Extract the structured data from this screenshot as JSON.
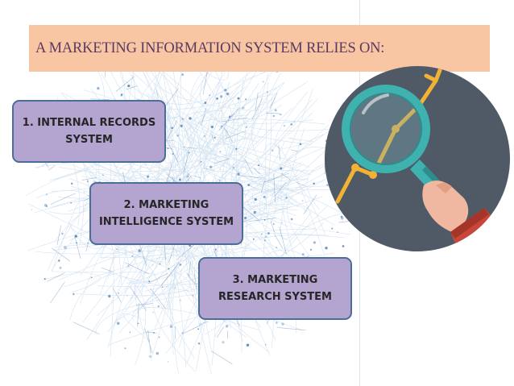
{
  "slide": {
    "title": "A MARKETING INFORMATION SYSTEM RELIES ON:",
    "items": [
      {
        "label": "1. INTERNAL RECORDS\nSYSTEM"
      },
      {
        "label": "2. MARKETING\nINTELLIGENCE SYSTEM"
      },
      {
        "label": "3. MARKETING\nRESEARCH SYSTEM"
      }
    ]
  },
  "colors": {
    "title_bar": "#f8c6a2",
    "title_text": "#5b3a63",
    "item_fill": "#b4a4d0",
    "item_border": "#4a6d9a",
    "network": "#3a7fbf",
    "illustration_bg": "#4f5a66",
    "trend_line": "#f2b233",
    "lens_ring": "#3fb2b0",
    "sleeve": "#c9473a"
  },
  "icons": {
    "background": "network-graph",
    "illustration": "magnifying-glass-growth-chart-icon"
  }
}
